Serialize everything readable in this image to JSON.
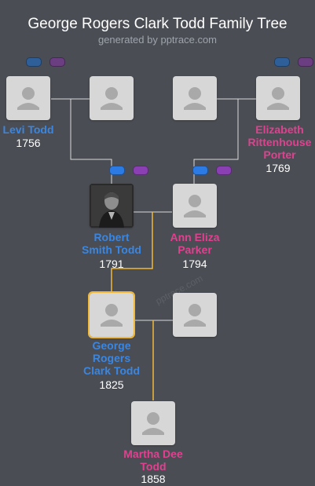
{
  "header": {
    "title": "George Rogers Clark Todd Family Tree",
    "subtitle": "generated by pptrace.com"
  },
  "people": {
    "levi": {
      "name": "Levi Todd",
      "year": "1756",
      "gender": "male"
    },
    "levi_spouse": {
      "name": "",
      "year": "",
      "gender": "unknown"
    },
    "eliz_spouse": {
      "name": "",
      "year": "",
      "gender": "unknown"
    },
    "elizabeth": {
      "name_lines": [
        "Elizabeth",
        "Rittenhouse",
        "Porter"
      ],
      "year": "1769",
      "gender": "female"
    },
    "robert": {
      "name_lines": [
        "Robert",
        "Smith Todd"
      ],
      "year": "1791",
      "gender": "male"
    },
    "ann": {
      "name_lines": [
        "Ann Eliza",
        "Parker"
      ],
      "year": "1794",
      "gender": "female"
    },
    "george": {
      "name_lines": [
        "George",
        "Rogers",
        "Clark Todd"
      ],
      "year": "1825",
      "gender": "male"
    },
    "george_spouse": {
      "name": "",
      "year": "",
      "gender": "unknown"
    },
    "martha": {
      "name_lines": [
        "Martha Dee",
        "Todd"
      ],
      "year": "1858",
      "gender": "female"
    }
  },
  "colors": {
    "background": "#4a4d54",
    "male": "#3b86e0",
    "female": "#e0418f",
    "highlight_line": "#f0b93a",
    "line": "#d9d9d9"
  },
  "icons": {
    "placeholder": "person-silhouette-icon",
    "toggle_blue": "expand-ancestors-icon",
    "toggle_purple": "expand-descendants-icon"
  }
}
